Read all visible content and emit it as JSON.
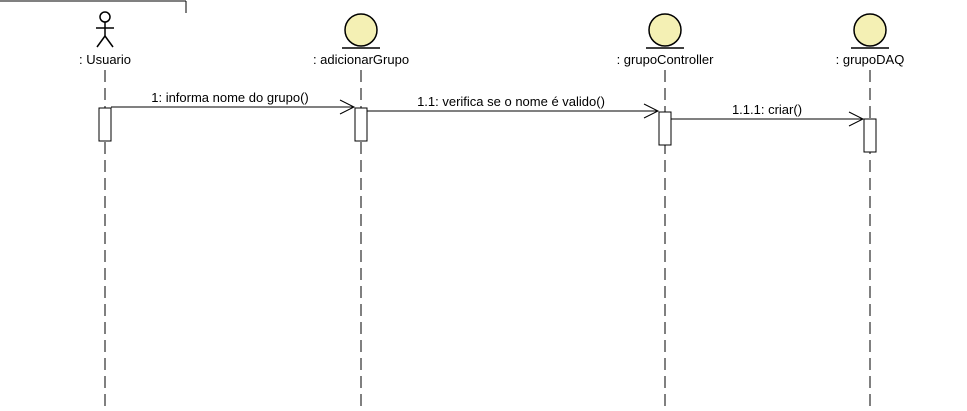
{
  "diagram": {
    "type": "sequence",
    "colors": {
      "line": "#000000",
      "entity_fill": "#f4f0b4",
      "activation_fill": "#ffffff",
      "background": "#ffffff"
    },
    "participants": [
      {
        "id": "usuario",
        "label": ": Usuario",
        "kind": "actor"
      },
      {
        "id": "adicionarGrupo",
        "label": ": adicionarGrupo",
        "kind": "boundary"
      },
      {
        "id": "grupoController",
        "label": ": grupoController",
        "kind": "boundary"
      },
      {
        "id": "grupoDAQ",
        "label": ": grupoDAQ",
        "kind": "boundary"
      }
    ],
    "messages": [
      {
        "number": "1",
        "label": "1: informa nome do grupo()",
        "from": "usuario",
        "to": "adicionarGrupo"
      },
      {
        "number": "1.1",
        "label": "1.1: verifica se o nome é valido()",
        "from": "adicionarGrupo",
        "to": "grupoController"
      },
      {
        "number": "1.1.1",
        "label": "1.1.1: criar()",
        "from": "grupoController",
        "to": "grupoDAQ"
      }
    ]
  }
}
